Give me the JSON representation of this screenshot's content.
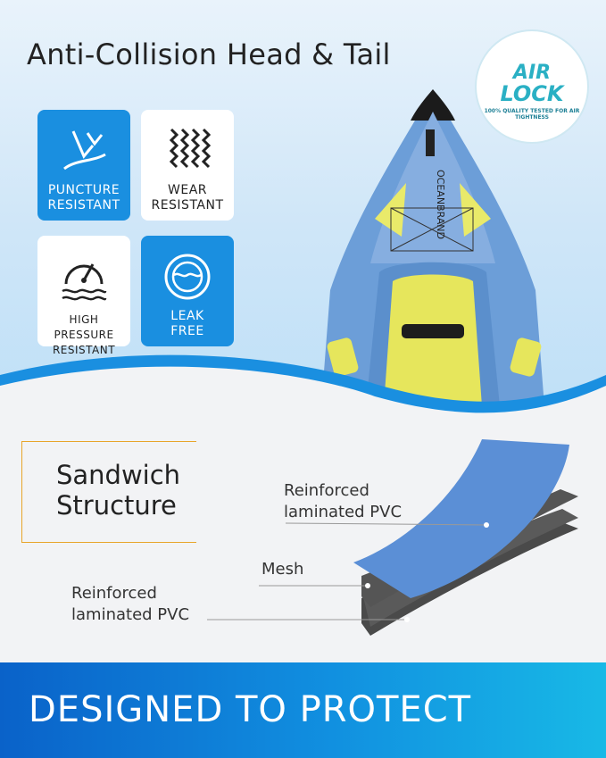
{
  "header": {
    "title": "Anti-Collision Head & Tail"
  },
  "logo": {
    "line1": "AIR",
    "line2": "LOCK",
    "tagline": "100% QUALITY TESTED FOR AIR TIGHTNESS"
  },
  "badges": [
    {
      "label_line1": "PUNCTURE",
      "label_line2": "RESISTANT",
      "icon": "puncture-icon",
      "style": "blue"
    },
    {
      "label_line1": "WEAR",
      "label_line2": "RESISTANT",
      "icon": "wear-icon",
      "style": "white"
    },
    {
      "label_line1": "HIGH PRESSURE",
      "label_line2": "RESISTANT",
      "icon": "pressure-gauge-icon",
      "style": "white"
    },
    {
      "label_line1": "LEAK",
      "label_line2": "FREE",
      "icon": "leak-free-icon",
      "style": "blue"
    }
  ],
  "kayak": {
    "brand_text": "OCEANBRAND"
  },
  "structure": {
    "title_line1": "Sandwich",
    "title_line2": "Structure",
    "layers": [
      {
        "line1": "Reinforced",
        "line2": "laminated PVC"
      },
      {
        "line1": "Mesh"
      },
      {
        "line1": "Reinforced",
        "line2": "laminated PVC"
      }
    ]
  },
  "footer": {
    "slogan": "DESIGNED TO PROTECT"
  },
  "colors": {
    "accent_blue": "#1a8fe0",
    "frame_gold": "#e8a52a",
    "footer_blue": "#0a62c9"
  }
}
